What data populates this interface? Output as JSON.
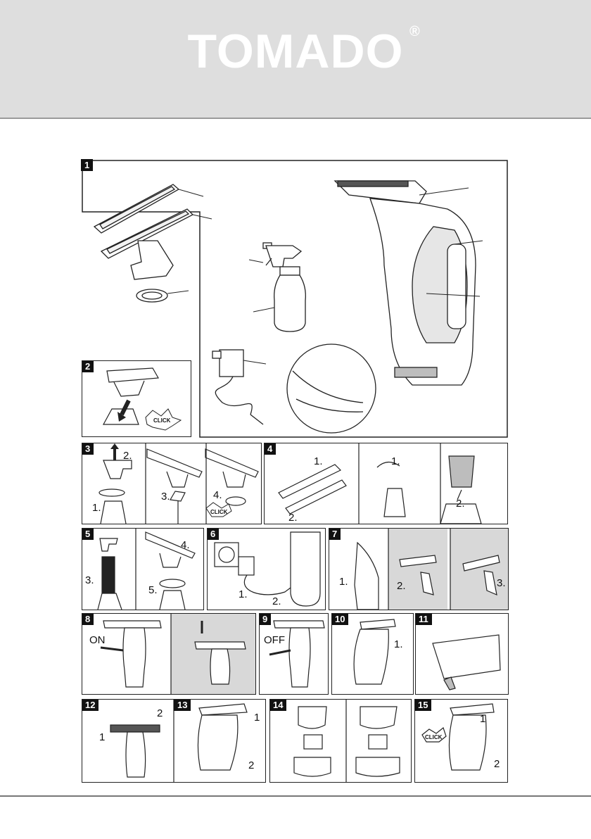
{
  "brand": {
    "name": "TOMADO",
    "registered": "®"
  },
  "steps": {
    "s1": "1",
    "s2": "2",
    "s3": "3",
    "s4": "4",
    "s5": "5",
    "s6": "6",
    "s7": "7",
    "s8": "8",
    "s9": "9",
    "s10": "10",
    "s11": "11",
    "s12": "12",
    "s13": "13",
    "s14": "14",
    "s15": "15"
  },
  "labels": {
    "click": "CLICK",
    "on": "ON",
    "off": "OFF",
    "n1": "1.",
    "n2": "2.",
    "n3": "3.",
    "n4": "4.",
    "n5": "5.",
    "p1": "1",
    "p2": "2"
  },
  "colors": {
    "header_bg": "#dedede",
    "logo": "#ffffff",
    "ink": "#1a1a1a",
    "glass": "#d8d8d8"
  }
}
